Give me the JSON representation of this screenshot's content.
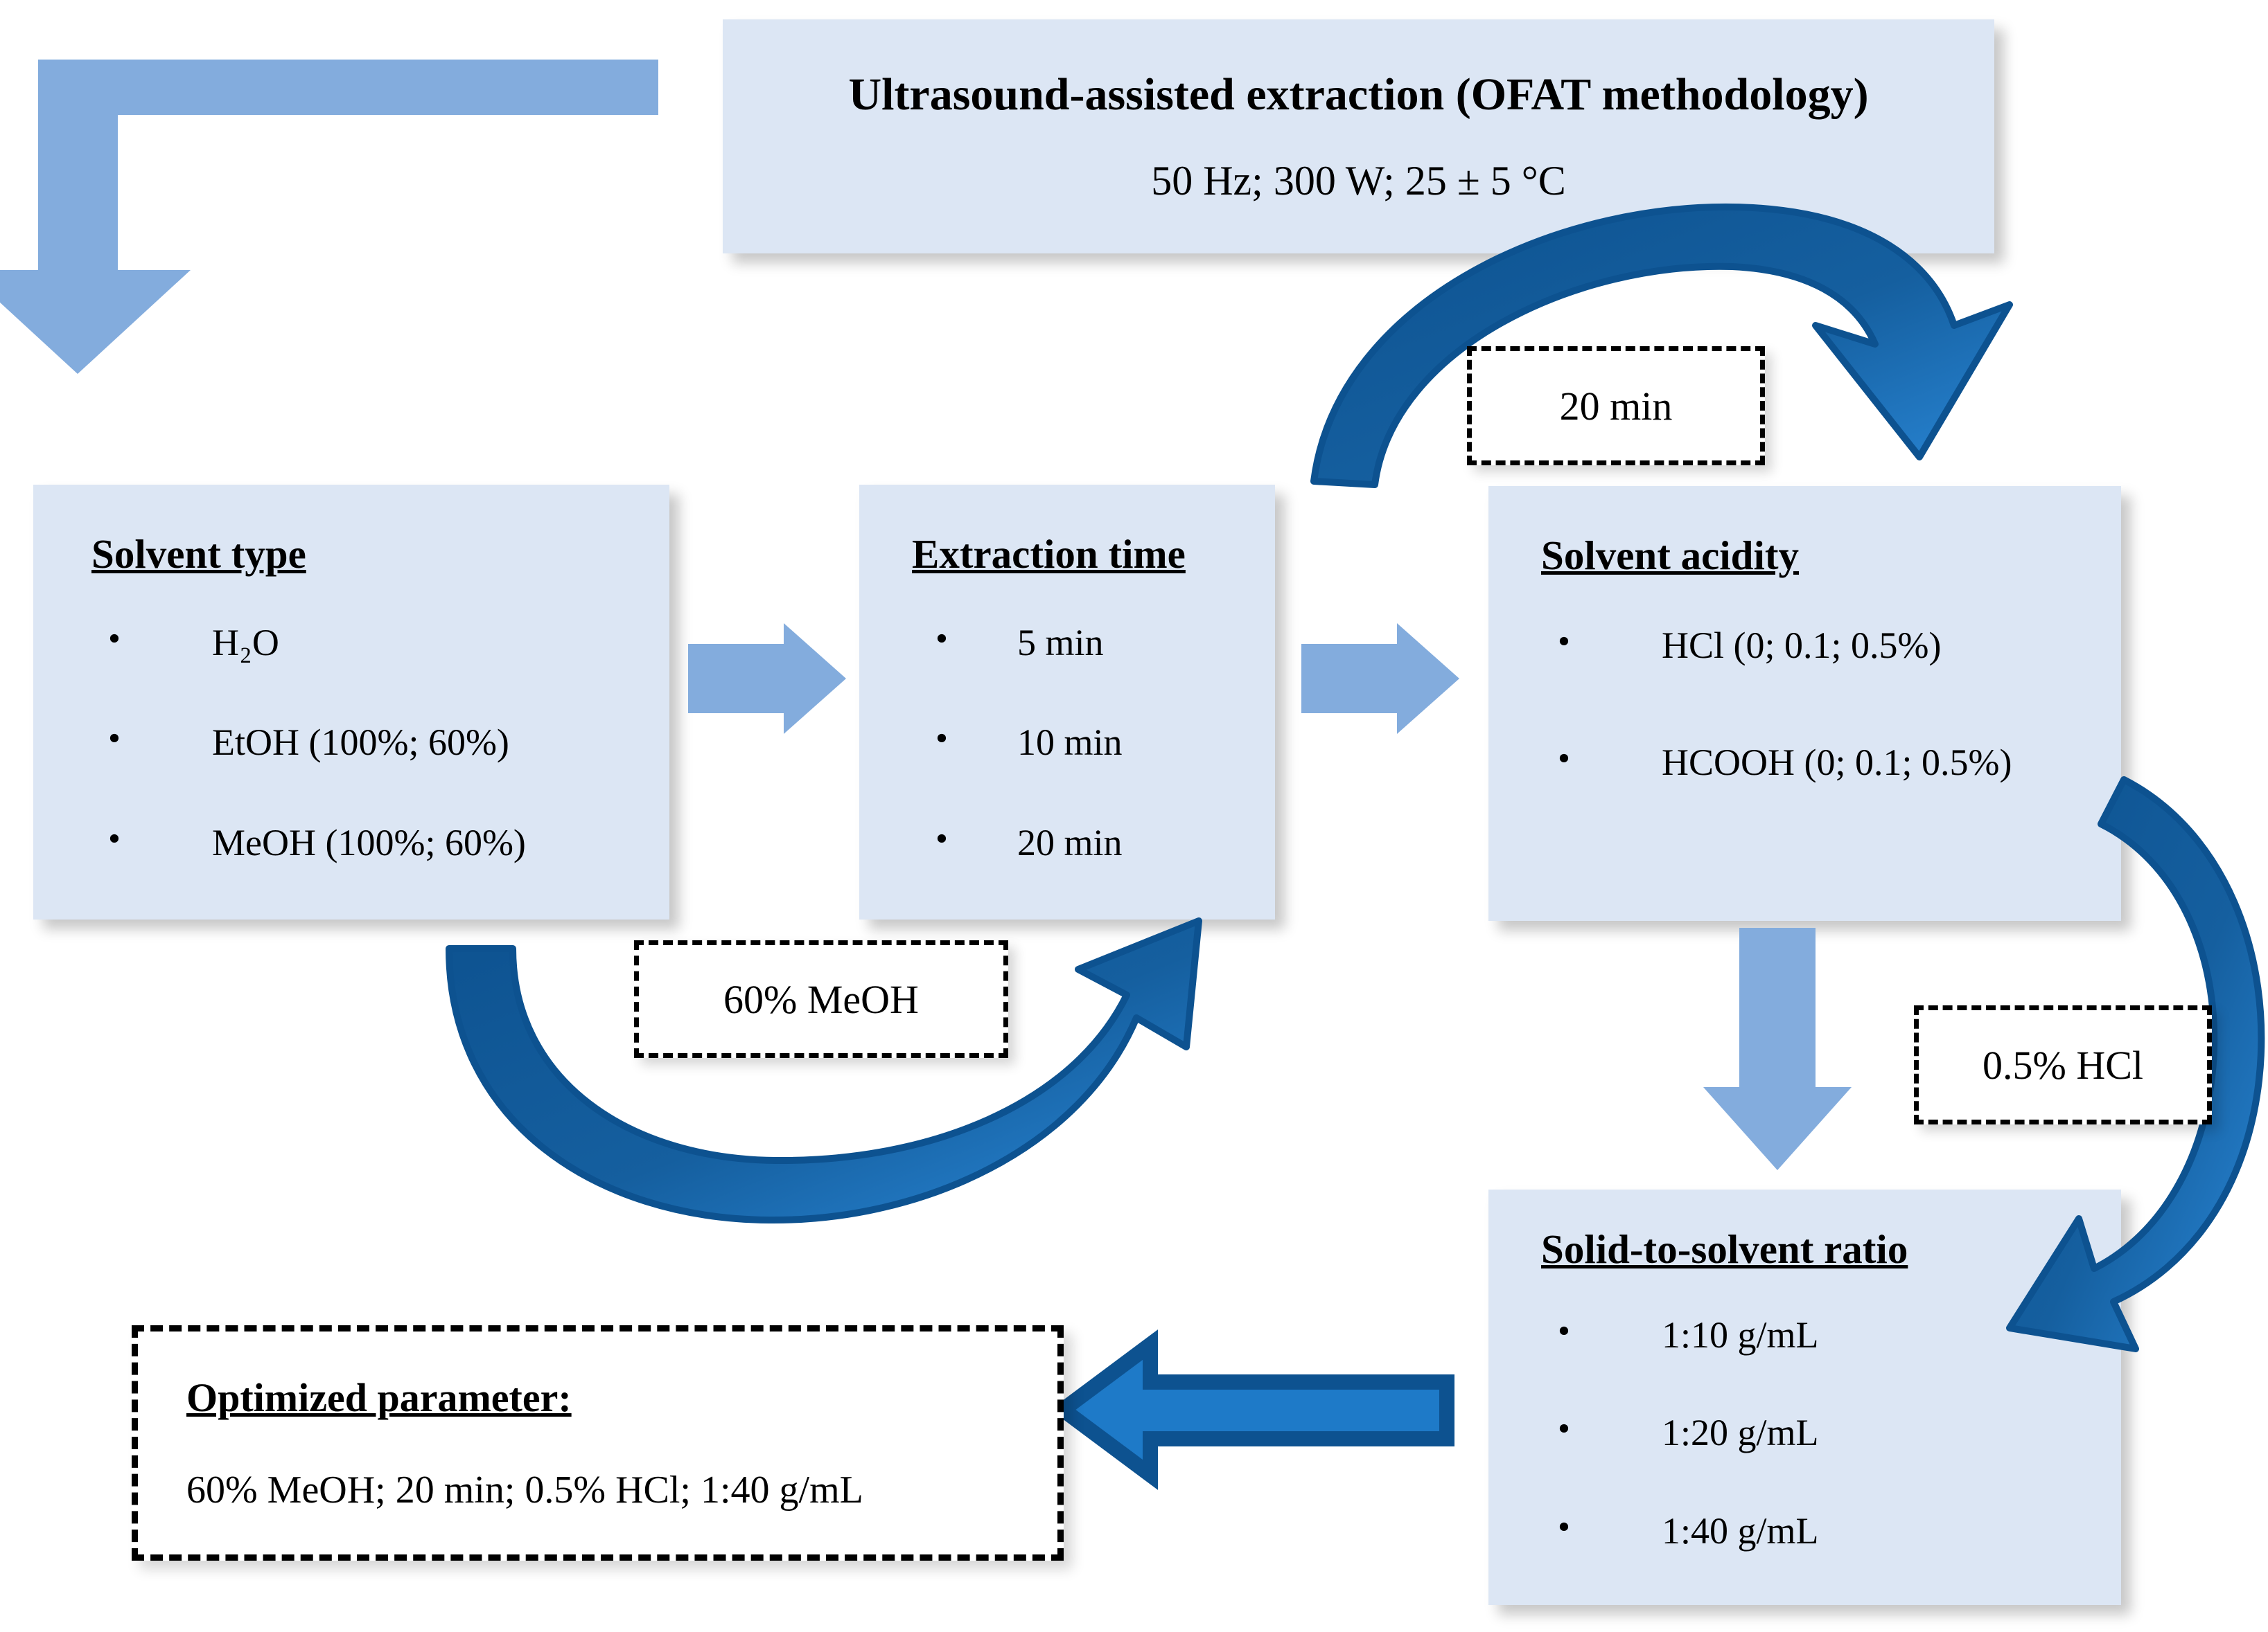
{
  "title_box": {
    "main": "Ultrasound-assisted extraction (OFAT methodology)",
    "sub": "50 Hz; 300 W; 25 ± 5 °C"
  },
  "stages": [
    {
      "id": "solvent-type",
      "title": "Solvent type",
      "items": [
        "H₂O",
        "EtOH (100%; 60%)",
        "MeOH (100%; 60%)"
      ]
    },
    {
      "id": "extraction-time",
      "title": "Extraction time",
      "items": [
        "5 min",
        "10 min",
        "20 min"
      ]
    },
    {
      "id": "solvent-acidity",
      "title": "Solvent acidity",
      "items": [
        "HCl (0; 0.1; 0.5%)",
        "HCOOH (0; 0.1; 0.5%)"
      ]
    },
    {
      "id": "solid-to-solvent-ratio",
      "title": "Solid-to-solvent ratio",
      "items": [
        "1:10 g/mL",
        "1:20 g/mL",
        "1:40 g/mL"
      ]
    }
  ],
  "feedback_labels": {
    "from_extraction_time": "20 min",
    "from_solvent_type": "60% MeOH",
    "from_solvent_acidity": "0.5% HCl"
  },
  "optimized": {
    "title": "Optimized parameter:",
    "value": "60% MeOH; 20 min; 0.5% HCl; 1:40 g/mL"
  },
  "colors": {
    "box_fill": "#DCE6F4",
    "light_arrow": "#83ACDD",
    "dark_arrow_fill": "#1E7AC8",
    "dark_arrow_stroke": "#0D5290",
    "text": "#000000"
  }
}
